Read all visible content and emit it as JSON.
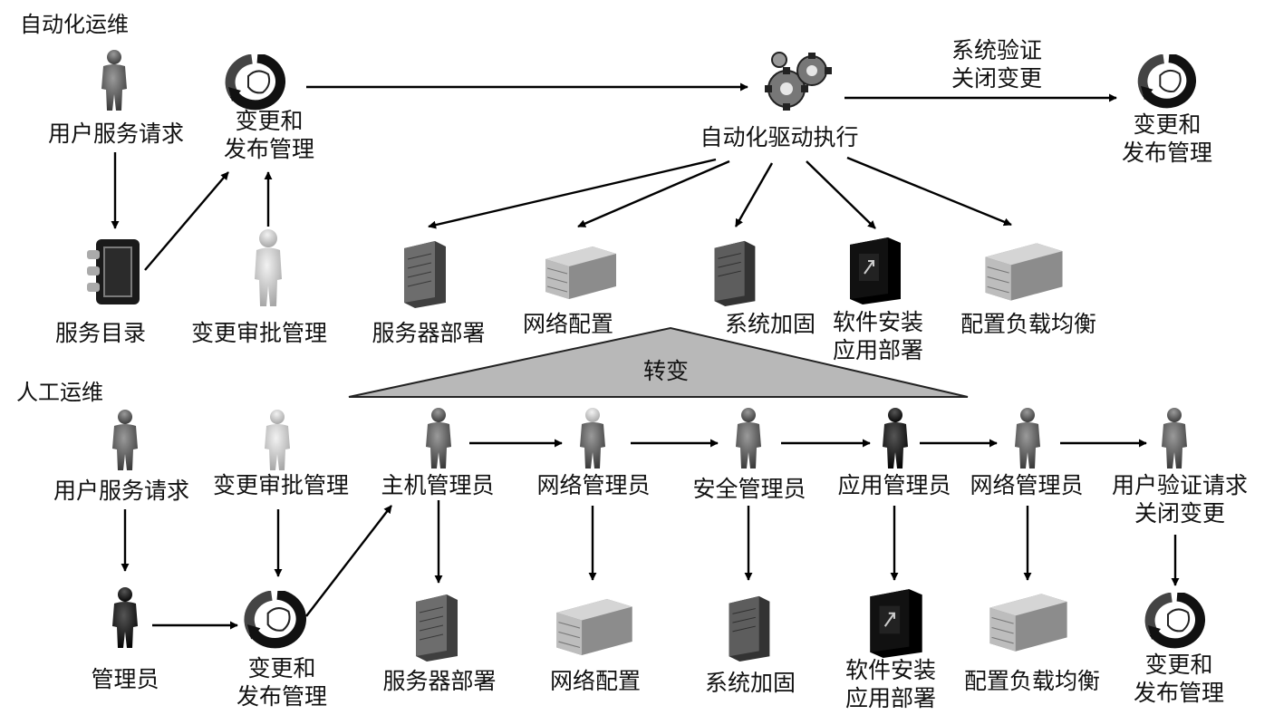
{
  "sections": {
    "automated": "自动化运维",
    "manual": "人工运维"
  },
  "transition": "转变",
  "automated": {
    "user_request": "用户服务请求",
    "service_catalog": "服务目录",
    "change_approval": "变更审批管理",
    "change_release": "变更和\n发布管理",
    "driver": "自动化驱动执行",
    "verify_close": "系统验证\n关闭变更",
    "change_release_end": "变更和\n发布管理",
    "tasks": {
      "server_deploy": "服务器部署",
      "network_config": "网络配置",
      "system_hardening": "系统加固",
      "software_install": "软件安装\n应用部署",
      "load_balance": "配置负载均衡"
    }
  },
  "manual": {
    "user_request": "用户服务请求",
    "change_approval": "变更审批管理",
    "admin": "管理员",
    "change_release": "变更和\n发布管理",
    "roles": {
      "host_admin": "主机管理员",
      "network_admin": "网络管理员",
      "security_admin": "安全管理员",
      "app_admin": "应用管理员",
      "network_admin_2": "网络管理员",
      "user_verify": "用户验证请求\n关闭变更"
    },
    "tasks": {
      "server_deploy": "服务器部署",
      "network_config": "网络配置",
      "system_hardening": "系统加固",
      "software_install": "软件安装\n应用部署",
      "load_balance": "配置负载均衡"
    },
    "change_release_end": "变更和\n发布管理"
  },
  "colors": {
    "triangle_fill": "#b8b8b8",
    "arrow": "#000000"
  },
  "icons": {
    "person": "person-icon",
    "cycle": "change-cycle-icon",
    "book": "service-catalog-icon",
    "gears": "gears-icon",
    "server": "server-icon",
    "switch": "network-switch-icon",
    "software": "software-box-icon"
  }
}
